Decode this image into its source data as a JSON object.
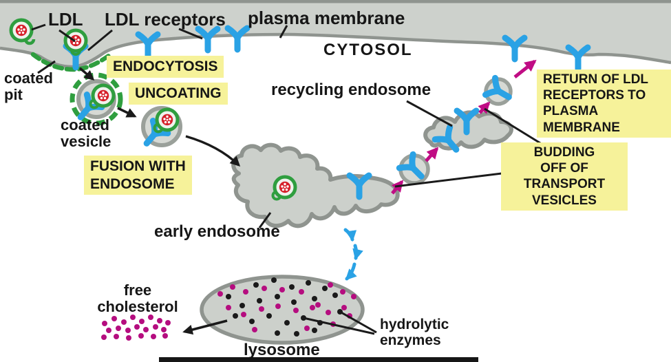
{
  "labels": {
    "ldl": "LDL",
    "ldl_receptors": "LDL receptors",
    "plasma_membrane": "plasma membrane",
    "cytosol": "CYTOSOL",
    "coated_pit": "coated\npit",
    "coated_vesicle": "coated\nvesicle",
    "recycling_endosome": "recycling endosome",
    "early_endosome": "early endosome",
    "free_cholesterol": "free\ncholesterol",
    "lysosome": "lysosome",
    "hydrolytic_enzymes": "hydrolytic\nenzymes"
  },
  "steps": {
    "endocytosis": "ENDOCYTOSIS",
    "uncoating": "UNCOATING",
    "fusion": "FUSION WITH\nENDOSOME",
    "return": "RETURN OF LDL\nRECEPTORS TO\nPLASMA\nMEMBRANE",
    "budding": "BUDDING\nOFF OF\nTRANSPORT\nVESICLES"
  },
  "colors": {
    "membrane_fill": "#cdd1cc",
    "membrane_edge": "#8f948f",
    "receptor_blue": "#2aa2e5",
    "ldl_green": "#2f9e3f",
    "ldl_core_red": "#d6202a",
    "highlight_yellow": "#f6f29a",
    "arrow_magenta": "#c00c84",
    "enzyme_dot_black": "#1a1a1a",
    "cholesterol_dot_magenta": "#b50d7f"
  }
}
